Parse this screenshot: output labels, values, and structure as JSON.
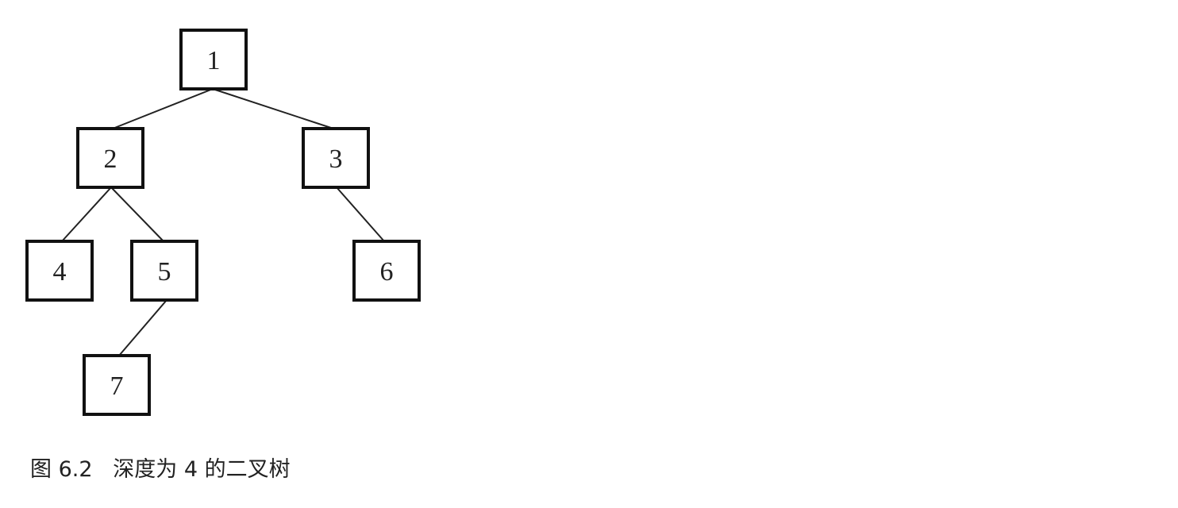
{
  "caption": "图 6.2   深度为 4 的二叉树",
  "tree": {
    "nodes": [
      {
        "id": "1",
        "label": "1",
        "parent": null
      },
      {
        "id": "2",
        "label": "2",
        "parent": "1"
      },
      {
        "id": "3",
        "label": "3",
        "parent": "1"
      },
      {
        "id": "4",
        "label": "4",
        "parent": "2"
      },
      {
        "id": "5",
        "label": "5",
        "parent": "2"
      },
      {
        "id": "6",
        "label": "6",
        "parent": "3"
      },
      {
        "id": "7",
        "label": "7",
        "parent": "5"
      }
    ],
    "colors": {
      "border": "#111111",
      "edge": "#222222",
      "text": "#222222",
      "background": "#ffffff"
    }
  }
}
